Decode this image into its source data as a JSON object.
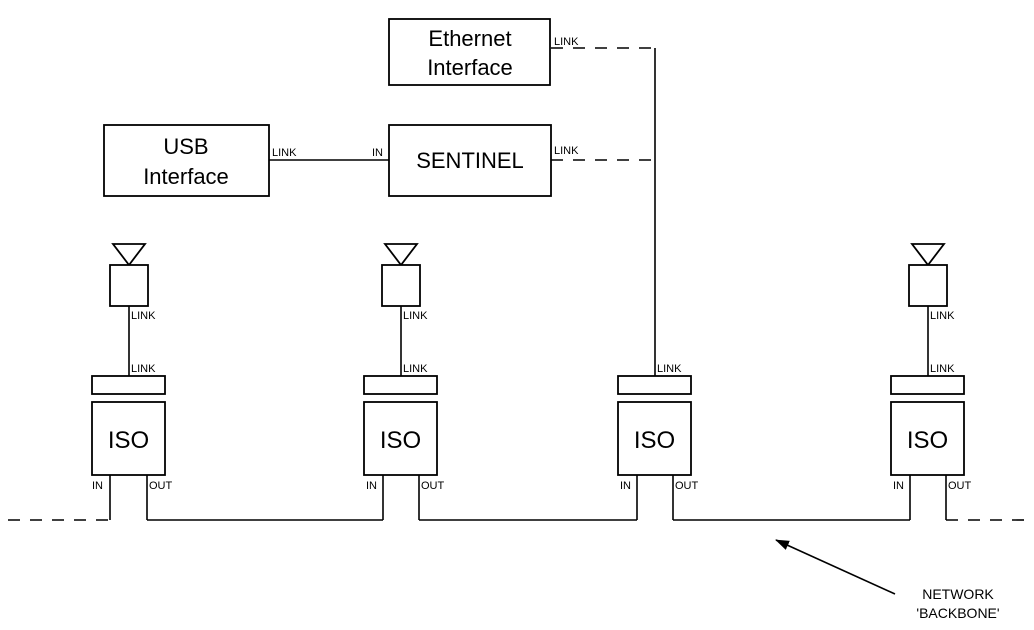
{
  "ethernet": {
    "line1": "Ethernet",
    "line2": "Interface",
    "port": "LINK"
  },
  "usb": {
    "line1": "USB",
    "line2": "Interface",
    "port": "LINK"
  },
  "sentinel": {
    "label": "SENTINEL",
    "port_in": "IN",
    "port_link": "LINK"
  },
  "nodes": [
    {
      "iso": "ISO",
      "ant_link": "LINK",
      "top_link": "LINK",
      "in": "IN",
      "out": "OUT"
    },
    {
      "iso": "ISO",
      "ant_link": "LINK",
      "top_link": "LINK",
      "in": "IN",
      "out": "OUT"
    },
    {
      "iso": "ISO",
      "top_link": "LINK",
      "in": "IN",
      "out": "OUT"
    },
    {
      "iso": "ISO",
      "ant_link": "LINK",
      "top_link": "LINK",
      "in": "IN",
      "out": "OUT"
    }
  ],
  "backbone": {
    "line1": "NETWORK",
    "line2": "'BACKBONE'"
  }
}
